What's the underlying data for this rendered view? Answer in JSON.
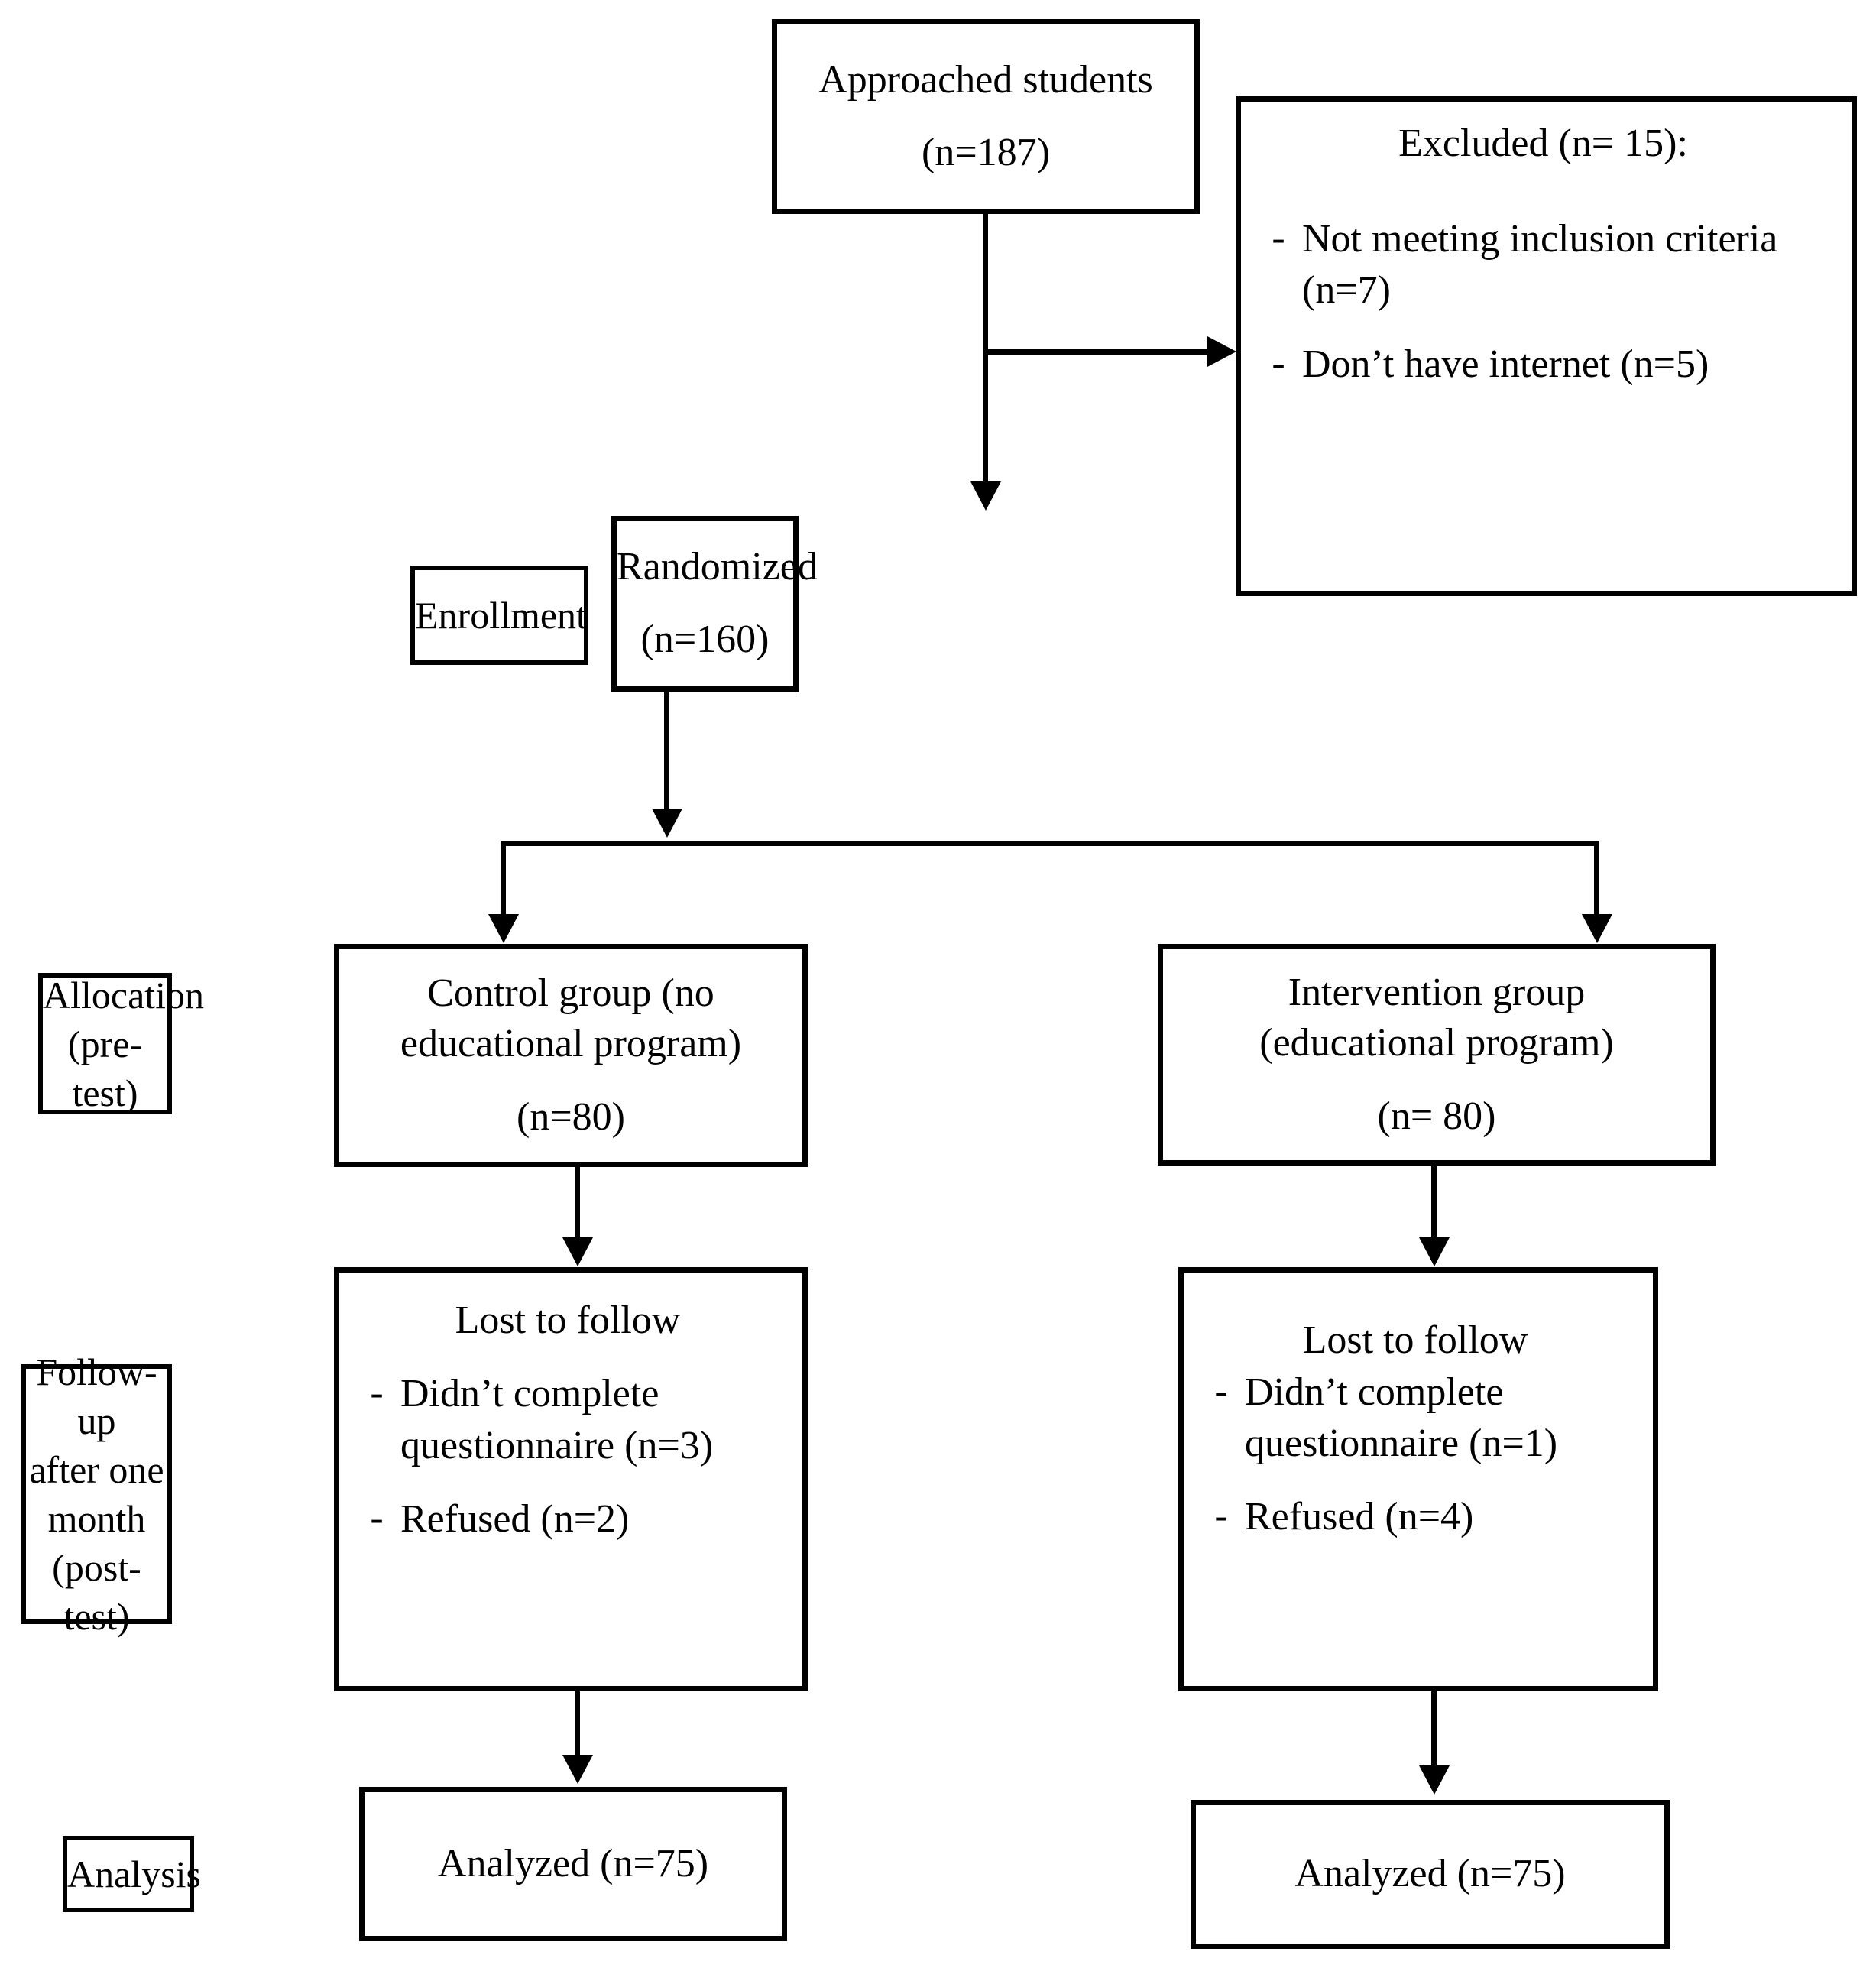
{
  "diagram": {
    "type": "consort-flow-diagram",
    "stage_labels": {
      "enrollment": "Enrollment",
      "allocation_line1": "Allocation",
      "allocation_line2": "(pre-test)",
      "followup_line1": "Follow-up",
      "followup_line2": "after one",
      "followup_line3": "month (post-",
      "followup_line4": "test)",
      "analysis": "Analysis"
    },
    "approached": {
      "line1": "Approached students",
      "line2": "(n=187)"
    },
    "excluded": {
      "title": "Excluded (n= 15):",
      "dash": "-",
      "items": [
        "Not meeting inclusion criteria  (n=7)",
        "Don’t have internet  (n=5)"
      ]
    },
    "randomized": {
      "line1": "Randomized",
      "line2": "(n=160)"
    },
    "control_group": {
      "line1": "Control group (no",
      "line2": "educational program)",
      "line3": "(n=80)"
    },
    "intervention_group": {
      "line1": "Intervention group",
      "line2": "(educational program)",
      "line3": "(n= 80)"
    },
    "lost_control": {
      "title": "Lost to follow",
      "dash": "-",
      "items": [
        "Didn’t complete questionnaire (n=3)",
        "Refused (n=2)"
      ]
    },
    "lost_intervention": {
      "title": "Lost to follow",
      "dash": "-",
      "items": [
        "Didn’t complete questionnaire (n=1)",
        "Refused (n=4)"
      ]
    },
    "analyzed_control": "Analyzed (n=75)",
    "analyzed_intervention": "Analyzed (n=75)"
  },
  "colors": {
    "stroke": "#000000",
    "background": "#ffffff"
  }
}
